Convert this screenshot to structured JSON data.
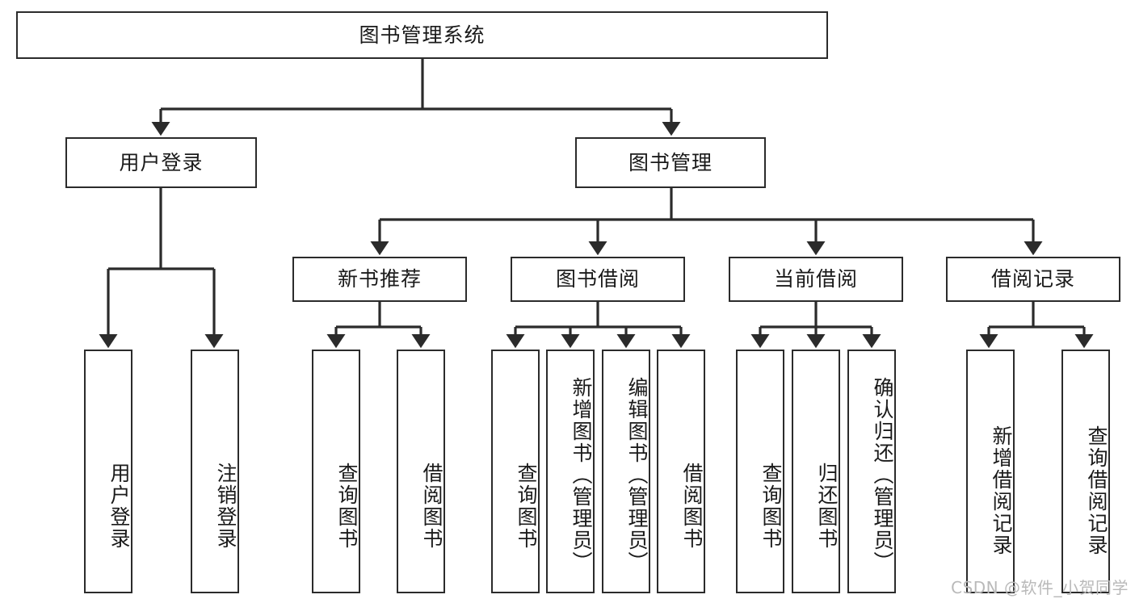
{
  "diagram": {
    "type": "tree",
    "title": "图书管理系统",
    "root": {
      "id": "root",
      "label": "图书管理系统"
    },
    "level2": [
      {
        "id": "user-login",
        "label": "用户登录"
      },
      {
        "id": "book-management",
        "label": "图书管理"
      }
    ],
    "level3": [
      {
        "id": "new-book-recommend",
        "label": "新书推荐"
      },
      {
        "id": "book-borrow",
        "label": "图书借阅"
      },
      {
        "id": "current-borrow",
        "label": "当前借阅"
      },
      {
        "id": "borrow-record",
        "label": "借阅记录"
      }
    ],
    "leaves": {
      "user_login": [
        {
          "id": "leaf-user-login",
          "label": "用户登录"
        },
        {
          "id": "leaf-logout",
          "label": "注销登录"
        }
      ],
      "new_book_recommend": [
        {
          "id": "leaf-query-book-1",
          "label": "查询图书"
        },
        {
          "id": "leaf-borrow-book-1",
          "label": "借阅图书"
        }
      ],
      "book_borrow": [
        {
          "id": "leaf-query-book-2",
          "label": "查询图书"
        },
        {
          "id": "leaf-add-book",
          "label": "新增图书（管理员）"
        },
        {
          "id": "leaf-edit-book",
          "label": "编辑图书（管理员）"
        },
        {
          "id": "leaf-borrow-book-2",
          "label": "借阅图书"
        }
      ],
      "current_borrow": [
        {
          "id": "leaf-query-book-3",
          "label": "查询图书"
        },
        {
          "id": "leaf-return-book",
          "label": "归还图书"
        },
        {
          "id": "leaf-confirm-return",
          "label": "确认归还（管理员）"
        }
      ],
      "borrow_record": [
        {
          "id": "leaf-add-record",
          "label": "新增借阅记录"
        },
        {
          "id": "leaf-query-record",
          "label": "查询借阅记录"
        }
      ]
    }
  },
  "watermark": {
    "text": "CSDN @软件_小贺同学"
  },
  "colors": {
    "stroke": "#2b2b2b",
    "fill": "#ffffff",
    "text": "#1a1a1a",
    "watermark": "#b9b9b9"
  }
}
